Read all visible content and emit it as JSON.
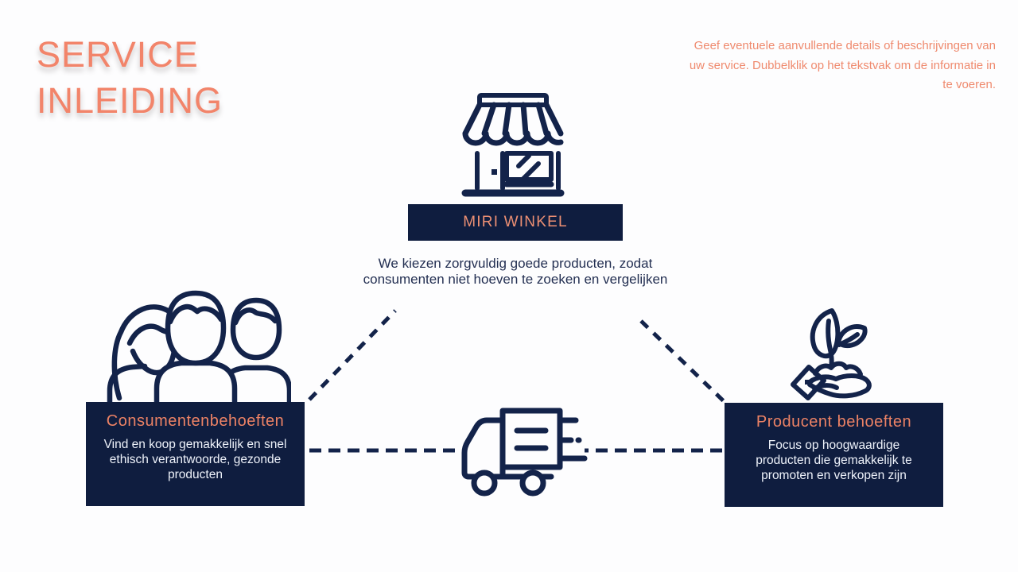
{
  "slide": {
    "title": {
      "line1": "SERVICE",
      "line2": "INLEIDING"
    },
    "note": "Geef eventuele aanvullende details of beschrijvingen van uw service. Dubbelklik op het tekstvak om de informatie in te voeren.",
    "colors": {
      "background": "#fdfdfe",
      "accent_orange": "#ec8265",
      "title_orange": "#f2846a",
      "navy": "#13234a",
      "box_background": "#0f1d3f",
      "body_text_light": "#eef2fa",
      "center_text_navy": "#232f52"
    }
  },
  "nodes": {
    "shop": {
      "icon": "storefront-icon",
      "label": "MIRI WINKEL",
      "description": "We kiezen zorgvuldig goede producten, zodat consumenten niet hoeven te zoeken en vergelijken"
    },
    "consumers": {
      "icon": "people-group-icon",
      "title": "Consumentenbehoeften",
      "description": "Vind en koop gemakkelijk en snel ethisch verantwoorde, gezonde producten"
    },
    "producers": {
      "icon": "hand-plant-icon",
      "title": "Producent behoeften",
      "description": "Focus op hoogwaardige producten die gemakkelijk te promoten en verkopen zijn"
    },
    "logistics": {
      "icon": "delivery-truck-icon"
    }
  },
  "connectors": {
    "style": "dashed",
    "color": "#13234a"
  }
}
